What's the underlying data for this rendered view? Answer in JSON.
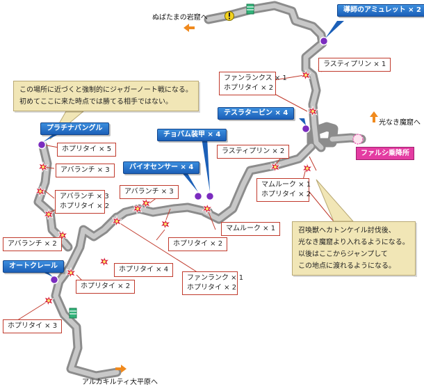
{
  "destinations": {
    "top_left": "ぬばたまの岩窟へ",
    "right": "光なき魔窟へ",
    "bottom": "アルカキルティ大平原へ"
  },
  "falsi_station": "ファルシ乗降所",
  "items": {
    "amulet": "導師のアミュレット × 2",
    "tesla": "テスラタービン × 4",
    "platinum": "プラチナバングル",
    "chobam": "チョバム装甲 × 4",
    "bio": "バイオセンサー × 4",
    "auto": "オートクレール"
  },
  "enemies": {
    "rastipurin1": "ラスティプリン × 1",
    "fanranx1": "ファンランクス × 1",
    "hopuritai2a": "ホプリタイ × 2",
    "rastipurin2": "ラスティプリン × 2",
    "mamluk1": "マムルーク × 1",
    "hopuritai2b": "ホプリタイ × 2",
    "hopuritai5": "ホプリタイ × 5",
    "avalanche3a": "アバランチ × 3",
    "avalanche3b": "アバランチ × 3",
    "hopuritai2c": "ホプリタイ × 2",
    "avalanche2": "アバランチ × 2",
    "avalanche3c": "アバランチ × 3",
    "mamluk1b": "マムルーク × 1",
    "hopuritai2d": "ホプリタイ × 2",
    "hopuritai4": "ホプリタイ × 4",
    "fanranx1b": "ファンランク × 1",
    "hopuritai2e": "ホプリタイ × 2",
    "hopuritai2f": "ホプリタイ × 2",
    "hopuritai3": "ホプリタイ × 3"
  },
  "notes": {
    "juggernaut": [
      "この場所に近づくと強制的にジャガーノート戦になる。",
      "初めてここに来た時点では勝てる相手ではない。"
    ],
    "falsi": [
      "召喚獣ヘカトンケイル討伐後、",
      "光なき魔窟より入れるようになる。",
      "以後はここからジャンプして",
      "この地点に渡れるようになる。"
    ]
  },
  "colors": {
    "corridor": "#9a9a9a",
    "corridor_light": "#bdbdbd",
    "enemy": "#d81f3a",
    "item_badge": "#2a73cc",
    "arrow": "#f08a1e",
    "note": "#f1e6b6",
    "falsi": "#e43ca2"
  },
  "icons": {
    "enemy": "red-star-burst-icon",
    "treasure": "purple-circle-icon",
    "save": "green-striped-icon",
    "warning": "yellow-exclamation-icon",
    "exit": "orange-arrow-icon"
  }
}
